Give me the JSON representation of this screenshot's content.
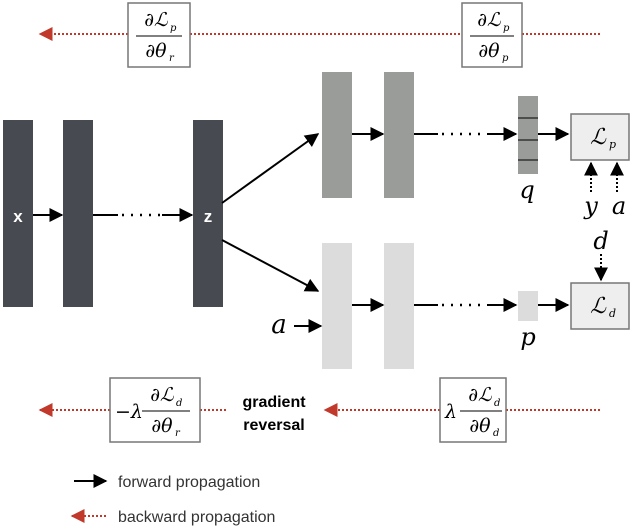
{
  "inputs": {
    "x": "x",
    "z": "z"
  },
  "top_branch": {
    "output_label": "q",
    "loss": {
      "base": "ℒ",
      "sub": "p"
    },
    "targets": [
      "y",
      "a"
    ]
  },
  "bottom_branch": {
    "input_label": "a",
    "output_label": "p",
    "loss": {
      "base": "ℒ",
      "sub": "d"
    },
    "target": "d"
  },
  "top_gradients": {
    "left": {
      "num": "∂ℒ",
      "num_sub": "p",
      "den": "∂θ",
      "den_sub": "r"
    },
    "right": {
      "num": "∂ℒ",
      "num_sub": "p",
      "den": "∂θ",
      "den_sub": "p"
    }
  },
  "bottom_gradients": {
    "left": {
      "prefix": "−λ",
      "num": "∂ℒ",
      "num_sub": "d",
      "den": "∂θ",
      "den_sub": "r"
    },
    "right": {
      "prefix": "λ",
      "num": "∂ℒ",
      "num_sub": "d",
      "den": "∂θ",
      "den_sub": "d"
    }
  },
  "gradient_reversal": {
    "line1": "gradient",
    "line2": "reversal"
  },
  "legend": {
    "forward": "forward propagation",
    "backward": "backward propagation"
  },
  "colors": {
    "dark_block": "#474a51",
    "mid_block": "#9a9c9a",
    "light_block": "#dcdcdc",
    "loss_box": "#eeeeee",
    "backward_arrow": "#c0392b",
    "forward_arrow": "#000000"
  }
}
